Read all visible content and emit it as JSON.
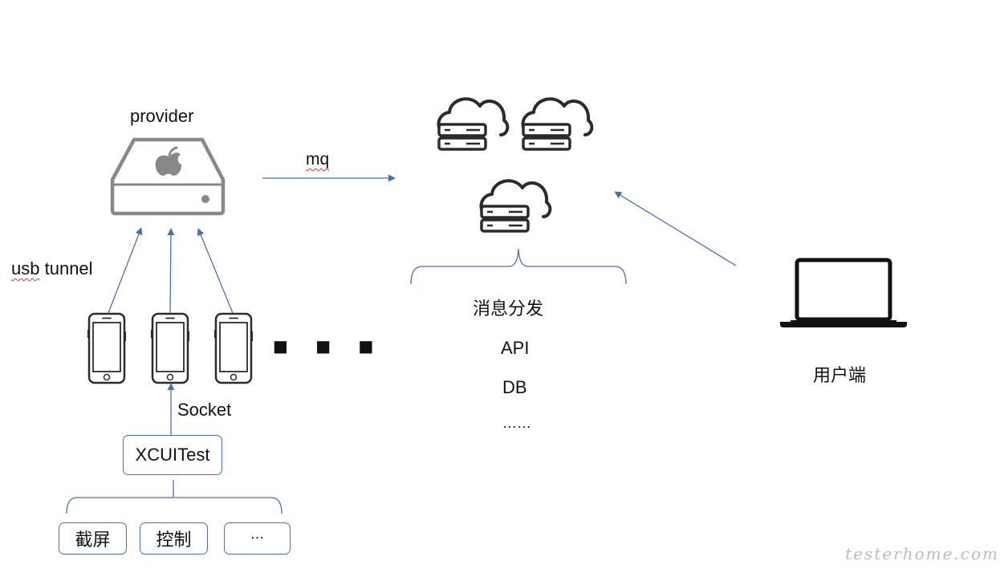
{
  "labels": {
    "provider": "provider",
    "mq": "mq",
    "usb_tunnel": "usb tunnel",
    "socket": "Socket",
    "ellipsis_dots": "■ ■ ■",
    "message_dispatch": "消息分发",
    "api": "API",
    "db": "DB",
    "more": "……",
    "client": "用户端"
  },
  "boxes": {
    "xcuitest": "XCUITest",
    "screenshot": "截屏",
    "control": "控制",
    "more": "…"
  },
  "watermark": "testerhome.com",
  "colors": {
    "arrow": "#4a6fb5",
    "icon": "#2b2b2b",
    "mac_mini": "#888888"
  },
  "icons": {
    "provider": "mac-mini-icon",
    "phone": "smartphone-icon",
    "cloud_server": "cloud-server-icon",
    "client": "laptop-icon"
  }
}
